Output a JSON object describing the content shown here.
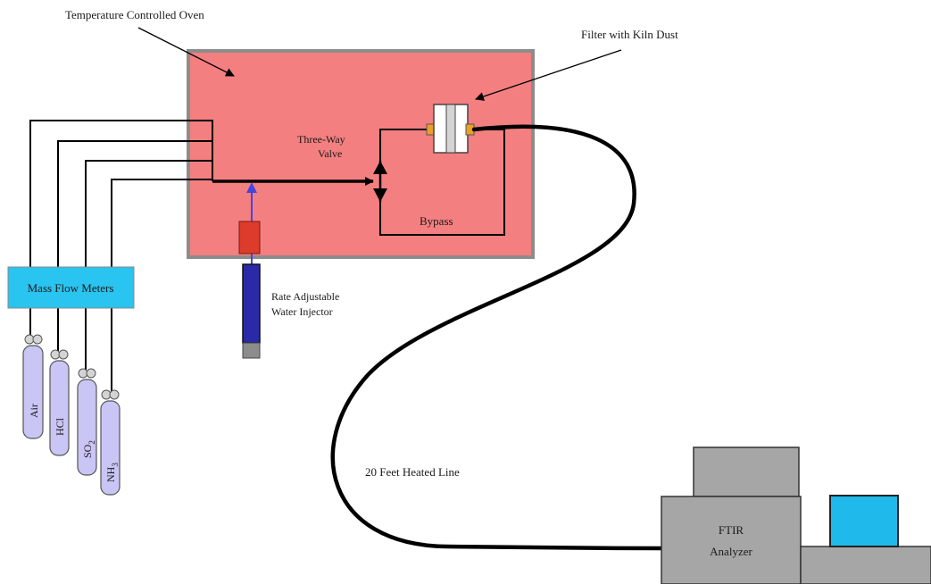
{
  "labels": {
    "oven": "Temperature Controlled Oven",
    "filter": "Filter with Kiln Dust",
    "valve_line1": "Three-Way",
    "valve_line2": "Valve",
    "bypass": "Bypass",
    "mass_flow": "Mass Flow Meters",
    "injector_line1": "Rate Adjustable",
    "injector_line2": "Water Injector",
    "heated_line": "20 Feet Heated Line",
    "ftir_line1": "FTIR",
    "ftir_line2": "Analyzer"
  },
  "cylinders": [
    {
      "main": "Air",
      "sub": ""
    },
    {
      "main": "HCl",
      "sub": ""
    },
    {
      "main": "SO",
      "sub": "2"
    },
    {
      "main": "NH",
      "sub": "3"
    }
  ],
  "colors": {
    "oven_fill": "#f47f80",
    "oven_border": "#8c8c8c",
    "mass_flow_fill": "#29c4ef",
    "cylinder_fill": "#c9c5f5",
    "injector_body": "#2a2aa8",
    "injector_cap": "#dd3b2b",
    "water_arrow": "#4545e0",
    "ftir_fill": "#a6a6a6",
    "monitor_screen": "#1fb9ec",
    "filter_tab": "#e8a02a",
    "line": "#000000"
  }
}
